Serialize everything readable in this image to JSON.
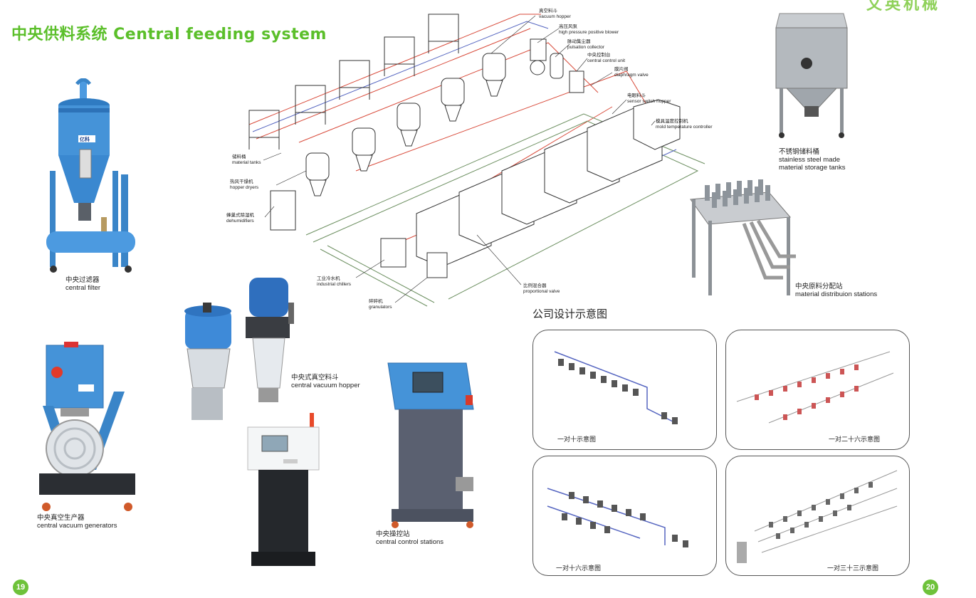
{
  "header": {
    "title": "中央供料系统 Central feeding system",
    "corner_fragment": "文英机械"
  },
  "products": {
    "central_filter": {
      "zh": "中央过滤器",
      "en": "central filter"
    },
    "vacuum_generators": {
      "zh": "中央真空生产器",
      "en": "central vacuum generators"
    },
    "vacuum_hopper": {
      "zh": "中央式真空料斗",
      "en": "central vacuum hopper"
    },
    "control_stations": {
      "zh": "中央操控站",
      "en": "central  control stations"
    },
    "storage_tanks": {
      "zh": "不锈钢储料桶",
      "en1": "stainless steel made",
      "en2": "material storage tanks"
    },
    "distribution": {
      "zh": "中央原料分配站",
      "en": "material distribuion stations"
    }
  },
  "diagram_labels": {
    "vacuum_hopper": {
      "zh": "真空料斗",
      "en": "vacuum hopper"
    },
    "blower": {
      "zh": "高压风泵",
      "en": "high pressure positive blower"
    },
    "pulsation": {
      "zh": "脉动集尘器",
      "en": "pulsation collector"
    },
    "control_unit": {
      "zh": "中央控制台",
      "en": "central control unit"
    },
    "diaphragm": {
      "zh": "膜片阀",
      "en": "diaphragm valve"
    },
    "sensor": {
      "zh": "电眼料斗",
      "en": "sensor switch hopper"
    },
    "mold_temp": {
      "zh": "模具温度控制机",
      "en": "mold temperature controller"
    },
    "material_tanks": {
      "zh": "储料桶",
      "en": "material tanks"
    },
    "hopper_dryers": {
      "zh": "热风干燥机",
      "en": "hopper dryers"
    },
    "dehumidifiers": {
      "zh": "蜂巢式除湿机",
      "en": "dehumidifiers"
    },
    "chillers": {
      "zh": "工业冷水机",
      "en": "industrial chillers"
    },
    "granulators": {
      "zh": "碎碎机",
      "en": "granulators"
    },
    "proportional": {
      "zh": "比例混合器",
      "en": "proportional valve"
    }
  },
  "design": {
    "title": "公司设计示意图",
    "panels": [
      "一对十示意图",
      "一对二十六示意图",
      "一对十六示意图",
      "一对三十三示意图"
    ]
  },
  "pages": {
    "left": "19",
    "right": "20"
  },
  "colors": {
    "title_green": "#5bbf2a",
    "badge_green": "#6ec23a",
    "machine_blue": "#3f8fd6",
    "pipe_red": "#d84a3a",
    "pipe_blue": "#5565c0",
    "steel": "#a9b0b8"
  }
}
